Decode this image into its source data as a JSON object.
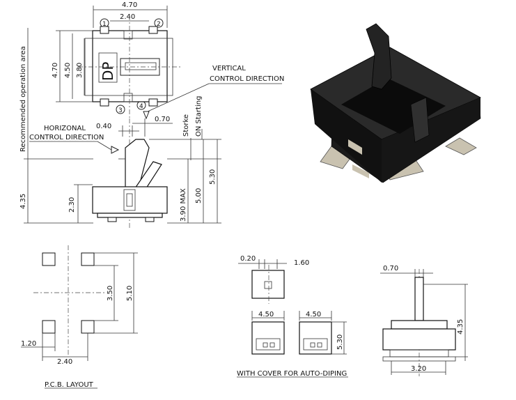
{
  "top_view": {
    "dim_width": "4.70",
    "dim_pitch": "2.40",
    "dim_height_outer": "4.70",
    "dim_height_inner": "4.50",
    "dim_window": "3.80",
    "marking": "DP",
    "pins": [
      "1",
      "2",
      "3",
      "4"
    ]
  },
  "side_view": {
    "operation_area_label": "Recommended operation area",
    "vertical_label_line1": "VERTICAL",
    "vertical_label_line2": "CONTROL DIRECTION",
    "horizontal_label_line1": "HORIZONAL",
    "horizontal_label_line2": "CONTROL DIRECTION",
    "dim_040": "0.40",
    "dim_070": "0.70",
    "stroke_label": "Storke",
    "on_starting_label": "ON Starting",
    "dim_435": "4.35",
    "dim_230": "2.30",
    "dim_390": "3.90 MAX",
    "dim_500": "5.00",
    "dim_530": "5.30"
  },
  "pcb_layout": {
    "dim_350": "3.50",
    "dim_510": "5.10",
    "dim_120": "1.20",
    "dim_240": "2.40",
    "title": "P.C.B. LAYOUT"
  },
  "cover_views": {
    "dim_020": "0.20",
    "dim_160": "1.60",
    "dim_450_a": "4.50",
    "dim_450_b": "4.50",
    "dim_530": "5.30",
    "title": "WITH COVER FOR AUTO-DIPING"
  },
  "front_view": {
    "dim_070": "0.70",
    "dim_435": "4.35",
    "dim_320": "3.20"
  },
  "colors": {
    "line": "#222222",
    "body": "#1b1b1b",
    "metal": "#c9c2b0"
  }
}
